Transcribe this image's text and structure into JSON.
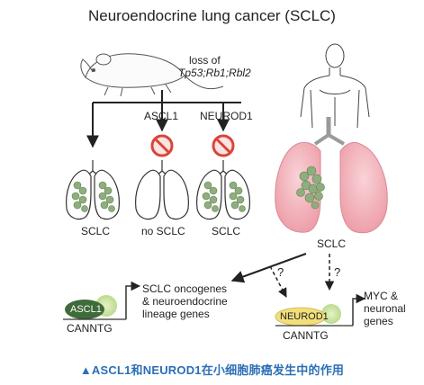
{
  "title": "Neuroendocrine lung cancer (SCLC)",
  "mouse_label_line1": "loss of",
  "mouse_label_line2": "Tp53;Rb1;Rbl2",
  "branches": [
    {
      "top_label": "",
      "bottom_label": "SCLC",
      "blocked": false,
      "tumor": true
    },
    {
      "top_label": "ASCL1",
      "bottom_label": "no SCLC",
      "blocked": true,
      "tumor": false
    },
    {
      "top_label": "NEUROD1",
      "bottom_label": "SCLC",
      "blocked": true,
      "tumor": true
    }
  ],
  "human_lung_label": "SCLC",
  "question_mark": "?",
  "ascl1_box": {
    "gene": "ASCL1",
    "motif": "CANNTG"
  },
  "ascl1_targets": [
    "SCLC oncogenes",
    "& neuroendocrine",
    "lineage genes"
  ],
  "neurod1_box": {
    "gene": "NEUROD1",
    "motif": "CANNTG"
  },
  "neurod1_targets": [
    "MYC &",
    "neuronal",
    "genes"
  ],
  "caption": "▲ASCL1和NEUROD1在小细胞肺癌发生中的作用",
  "colors": {
    "ascl1_fill": "#3f6a3a",
    "neurod1_fill": "#f2df7a",
    "halo": "#cfe6a8",
    "tumor": "#8fae7e",
    "lung_pink": "#f3b7bf",
    "prohibit": "#d9453a",
    "caption": "#2b6fb6"
  }
}
